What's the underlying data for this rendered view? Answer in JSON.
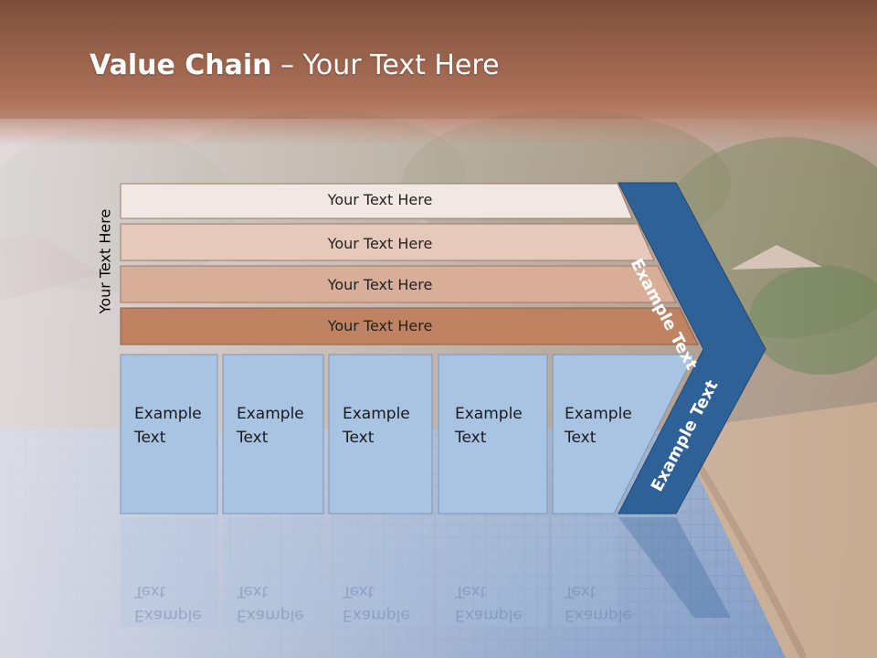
{
  "title": {
    "bold": "Value Chain",
    "rest": " – Your Text Here"
  },
  "side_label": "Your Text Here",
  "rows": [
    {
      "label": "Your Text Here",
      "color": "#f2e8e3"
    },
    {
      "label": "Your Text Here",
      "color": "#e7c9bc"
    },
    {
      "label": "Your Text Here",
      "color": "#d8ae98"
    },
    {
      "label": "Your Text Here",
      "color": "#bf8362"
    }
  ],
  "boxes": [
    {
      "label": "Example\nText"
    },
    {
      "label": "Example\nText"
    },
    {
      "label": "Example\nText"
    },
    {
      "label": "Example\nText"
    },
    {
      "label": "Example\nText"
    }
  ],
  "arrow": {
    "upper_label": "Example Text",
    "lower_label": "Example Text",
    "color": "#2f6199"
  },
  "colors": {
    "box_fill": "#a9c4e2",
    "header_band": "#a8694a",
    "sky": "#e8e4e6",
    "pool": "#7f9cc7"
  }
}
